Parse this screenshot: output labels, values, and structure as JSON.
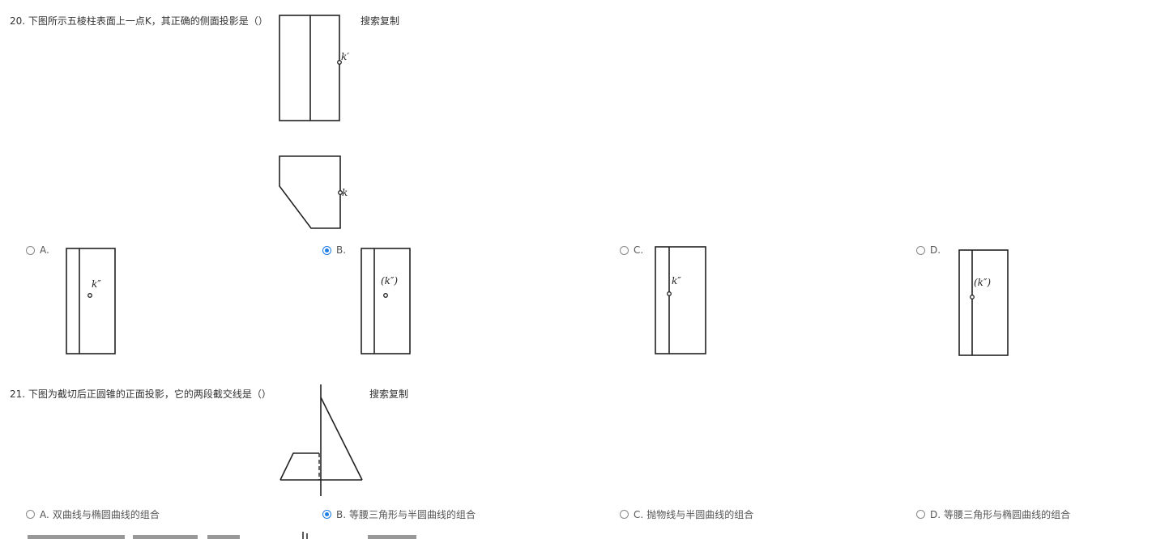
{
  "questions": [
    {
      "prompt": "20. 下图所示五棱柱表面上一点K，其正确的侧面投影是（）",
      "search_label": "搜索复制",
      "figure_labels": {
        "front": "k′",
        "top": "k"
      },
      "options": [
        {
          "label": "A.",
          "text": "",
          "figure_label": "k″",
          "selected": false
        },
        {
          "label": "B.",
          "text": "",
          "figure_label": "(k″)",
          "selected": true
        },
        {
          "label": "C.",
          "text": "",
          "figure_label": "k″",
          "selected": false
        },
        {
          "label": "D.",
          "text": "",
          "figure_label": "(k″)",
          "selected": false
        }
      ]
    },
    {
      "prompt": "21. 下图为截切后正圆锥的正面投影，它的两段截交线是（）",
      "search_label": "搜索复制",
      "options": [
        {
          "label": "A.",
          "text": "双曲线与椭圆曲线的组合",
          "selected": false
        },
        {
          "label": "B.",
          "text": "等腰三角形与半圆曲线的组合",
          "selected": true
        },
        {
          "label": "C.",
          "text": "抛物线与半圆曲线的组合",
          "selected": false
        },
        {
          "label": "D.",
          "text": "等腰三角形与椭圆曲线的组合",
          "selected": false
        }
      ]
    }
  ],
  "colors": {
    "accent": "#1e7de6",
    "text": "#333333",
    "ink": "#222222"
  }
}
